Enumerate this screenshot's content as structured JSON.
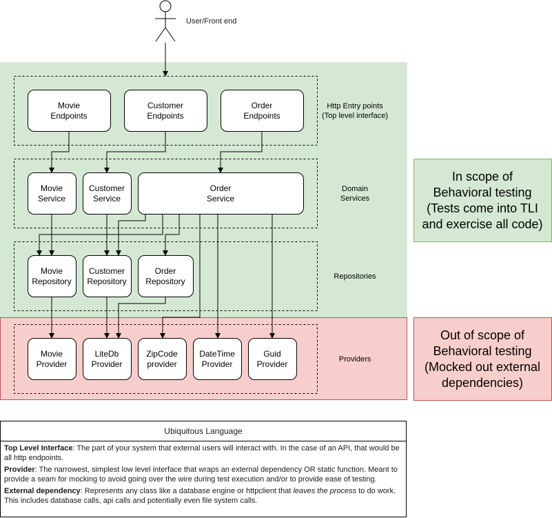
{
  "actor": {
    "label": "User/Front end"
  },
  "layers": {
    "http": {
      "label_line1": "Http Entry points",
      "label_line2": "(Top level interface)"
    },
    "domain": {
      "label_line1": "Domain",
      "label_line2": "Services"
    },
    "repos": {
      "label": "Repositories"
    },
    "providers": {
      "label": "Providers"
    }
  },
  "boxes": {
    "movie_endpoints": [
      "Movie",
      "Endpoints"
    ],
    "customer_endpoints": [
      "Customer",
      "Endpoints"
    ],
    "order_endpoints": [
      "Order",
      "Endpoints"
    ],
    "movie_service": [
      "Movie",
      "Service"
    ],
    "customer_service": [
      "Customer",
      "Service"
    ],
    "order_service": [
      "Order",
      "Service"
    ],
    "movie_repository": [
      "Movie",
      "Repository"
    ],
    "customer_repository": [
      "Customer",
      "Repository"
    ],
    "order_repository": [
      "Order",
      "Repository"
    ],
    "movie_provider": [
      "Movie",
      "Provider"
    ],
    "litedb_provider": [
      "LiteDb",
      "Provider"
    ],
    "zipcode_provider": [
      "ZipCode",
      "provider"
    ],
    "datetime_provider": [
      "DateTime",
      "Provider"
    ],
    "guid_provider": [
      "Guid",
      "Provider"
    ]
  },
  "scope": {
    "in": [
      "In scope of",
      "Behavioral testing",
      "(Tests come into TLI",
      "and exercise all code)"
    ],
    "out": [
      "Out of scope of",
      "Behavioral testing",
      "(Mocked out external",
      "dependencies)"
    ]
  },
  "colors": {
    "in_scope_fill": "#d5e8d4",
    "in_scope_stroke": "#82b366",
    "out_scope_fill": "#f8cecc",
    "out_scope_stroke": "#b85450"
  },
  "legend": {
    "title": "Ubiquitous Language",
    "entries": [
      {
        "term": "Top Level Interface",
        "text": ": The part of your system that external users will interact with. In the case of an API, that would be all http endpoints."
      },
      {
        "term": "Provider",
        "text": ": The narrowest, simplest low level interface that wraps an external dependency OR static function. Meant to provide a seam for mocking to avoid going over the wire during test execution and/or to provide ease of testing."
      },
      {
        "term": "External dependency",
        "text_before": ": Represents any class like a database engine or httpclient that ",
        "text_italic": "leaves the process",
        "text_after": " to do work. This includes database calls, api calls and potentially even file system calls."
      }
    ]
  }
}
